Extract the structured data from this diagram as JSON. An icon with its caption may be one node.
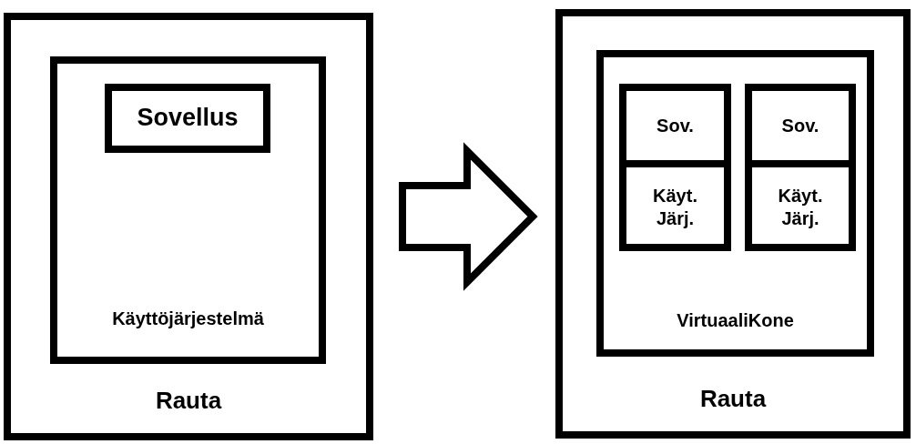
{
  "diagram": {
    "nodes": [
      {
        "text": [
          "Rauta"
        ]
      },
      {
        "text": [
          "Käyttöjärjestelmä"
        ],
        "in": 0
      },
      {
        "text": [
          "Sovellus"
        ],
        "in": 1
      },
      {
        "text": [
          "Rauta"
        ]
      },
      {
        "text": [
          "VirtuaaliKone"
        ],
        "in": 3
      },
      {
        "text": [
          "Sov."
        ],
        "in": 4
      },
      {
        "text": [
          "Käyt. Järj."
        ],
        "in": 4
      },
      {
        "text": [
          "Sov."
        ],
        "in": 4
      },
      {
        "text": [
          "Käyt. Järj."
        ],
        "in": 4
      }
    ],
    "edges": [
      {
        "from": 0,
        "to": 3,
        "arrow": "to"
      }
    ]
  }
}
